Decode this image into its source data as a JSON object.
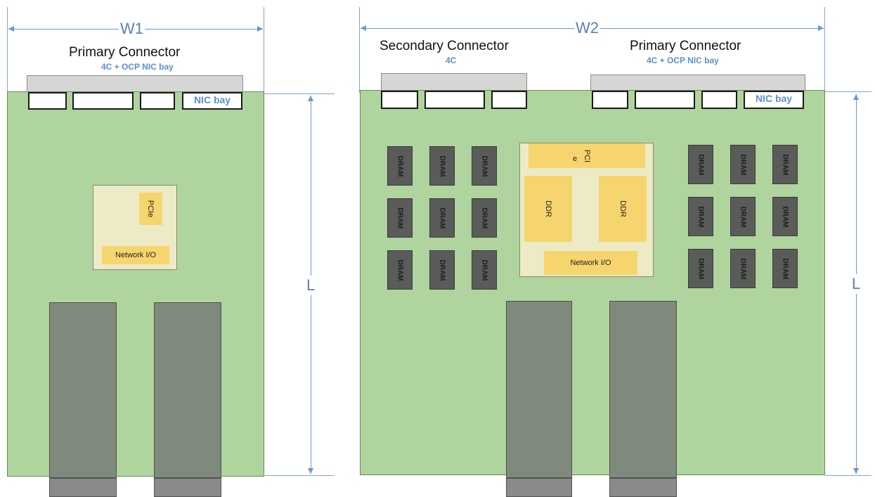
{
  "left_card": {
    "width_label": "W1",
    "connector_title": "Primary Connector",
    "connector_subtitle": "4C + OCP NIC bay",
    "nic_bay_label": "NIC bay",
    "chip": {
      "pcie_label": "PCIe",
      "network_label": "Network I/O"
    }
  },
  "right_card": {
    "width_label": "W2",
    "length_label": "L",
    "secondary_title": "Secondary Connector",
    "secondary_subtitle": "4C",
    "primary_title": "Primary Connector",
    "primary_subtitle": "4C + OCP NIC bay",
    "nic_bay_label": "NIC bay",
    "chip": {
      "pci_label": "PCI",
      "pci_suffix": "e",
      "ddr_left_label": "DDR",
      "ddr_right_label": "DDR",
      "network_label": "Network I/O"
    },
    "dram_label": "DRAM"
  },
  "shared": {
    "length_label": "L"
  },
  "colors": {
    "board": "#b0d49e",
    "dimension": "#6b96d2",
    "pad": "#f7d56e",
    "dram": "#5a5c5a",
    "heatsink": "#7f8a7c"
  }
}
